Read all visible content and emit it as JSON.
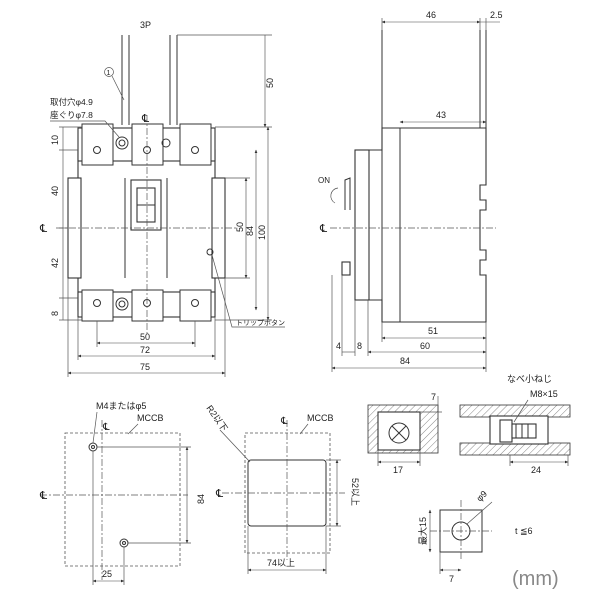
{
  "labels": {
    "poles": "3P",
    "bubble_number": "1",
    "mount_hole": "取付穴φ4.9",
    "counterbore": "座ぐりφ7.8",
    "centerline_mark": "℄",
    "on_mark": "ON",
    "trip_button": "トリップボタン",
    "pan_head_screw": "なべ小ねじ",
    "screw_size": "M8×15",
    "mount_screw": "M4またはφ5",
    "mccb_1": "MCCB",
    "mccb_2": "MCCB",
    "r2": "R2以下",
    "h52": "52以上",
    "w74": "74以上",
    "max15": "最大15",
    "phi9": "φ9",
    "t6": "t ≦6",
    "units": "(mm)"
  },
  "front_view_dims": {
    "top_lead": "50",
    "d10": "10",
    "d40": "40",
    "d42": "42",
    "d8": "8",
    "d50v": "50",
    "d84v": "84",
    "d100v": "100",
    "d50h": "50",
    "d72h": "72",
    "d75h": "75"
  },
  "side_view_dims": {
    "d46": "46",
    "d2_5": "2.5",
    "d43": "43",
    "d51": "51",
    "d4": "4",
    "d8": "8",
    "d60": "60",
    "d84": "84"
  },
  "mount_view_dims": {
    "d84": "84",
    "d25": "25"
  },
  "terminal_dims": {
    "d7": "7",
    "d17": "17",
    "d24": "24",
    "d7b": "7"
  }
}
